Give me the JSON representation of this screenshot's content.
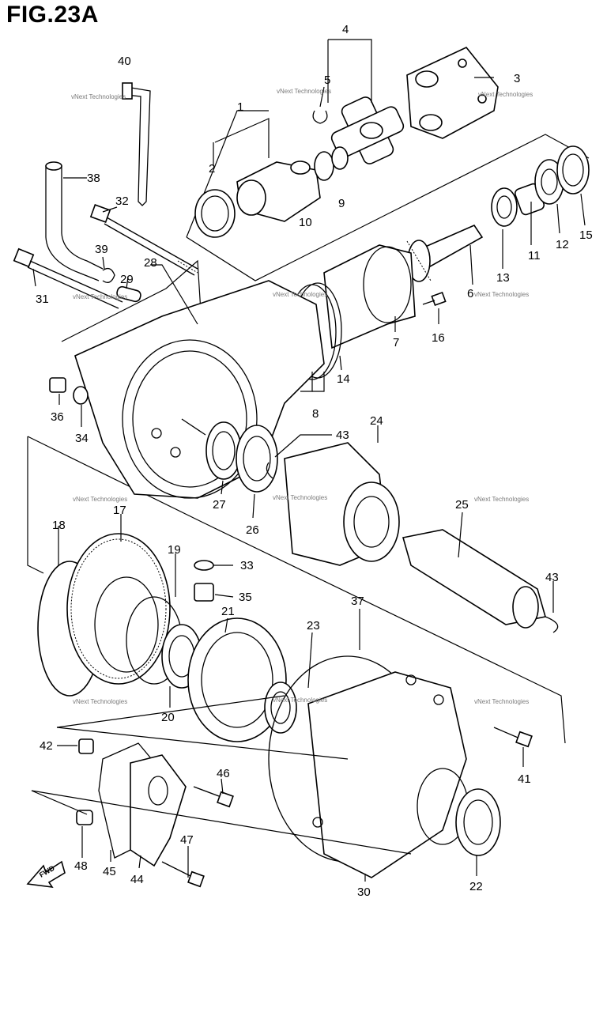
{
  "figure": {
    "title": "FIG.23A",
    "watermark": "vNext Technologies",
    "fwd_label": "FWD"
  },
  "callouts": [
    "1",
    "2",
    "3",
    "4",
    "5",
    "6",
    "7",
    "8",
    "9",
    "10",
    "11",
    "12",
    "13",
    "14",
    "15",
    "16",
    "17",
    "18",
    "19",
    "20",
    "21",
    "22",
    "23",
    "24",
    "25",
    "26",
    "27",
    "28",
    "29",
    "30",
    "31",
    "32",
    "33",
    "34",
    "35",
    "36",
    "37",
    "38",
    "39",
    "40",
    "41",
    "42",
    "43",
    "43",
    "44",
    "45",
    "46",
    "47",
    "48"
  ]
}
